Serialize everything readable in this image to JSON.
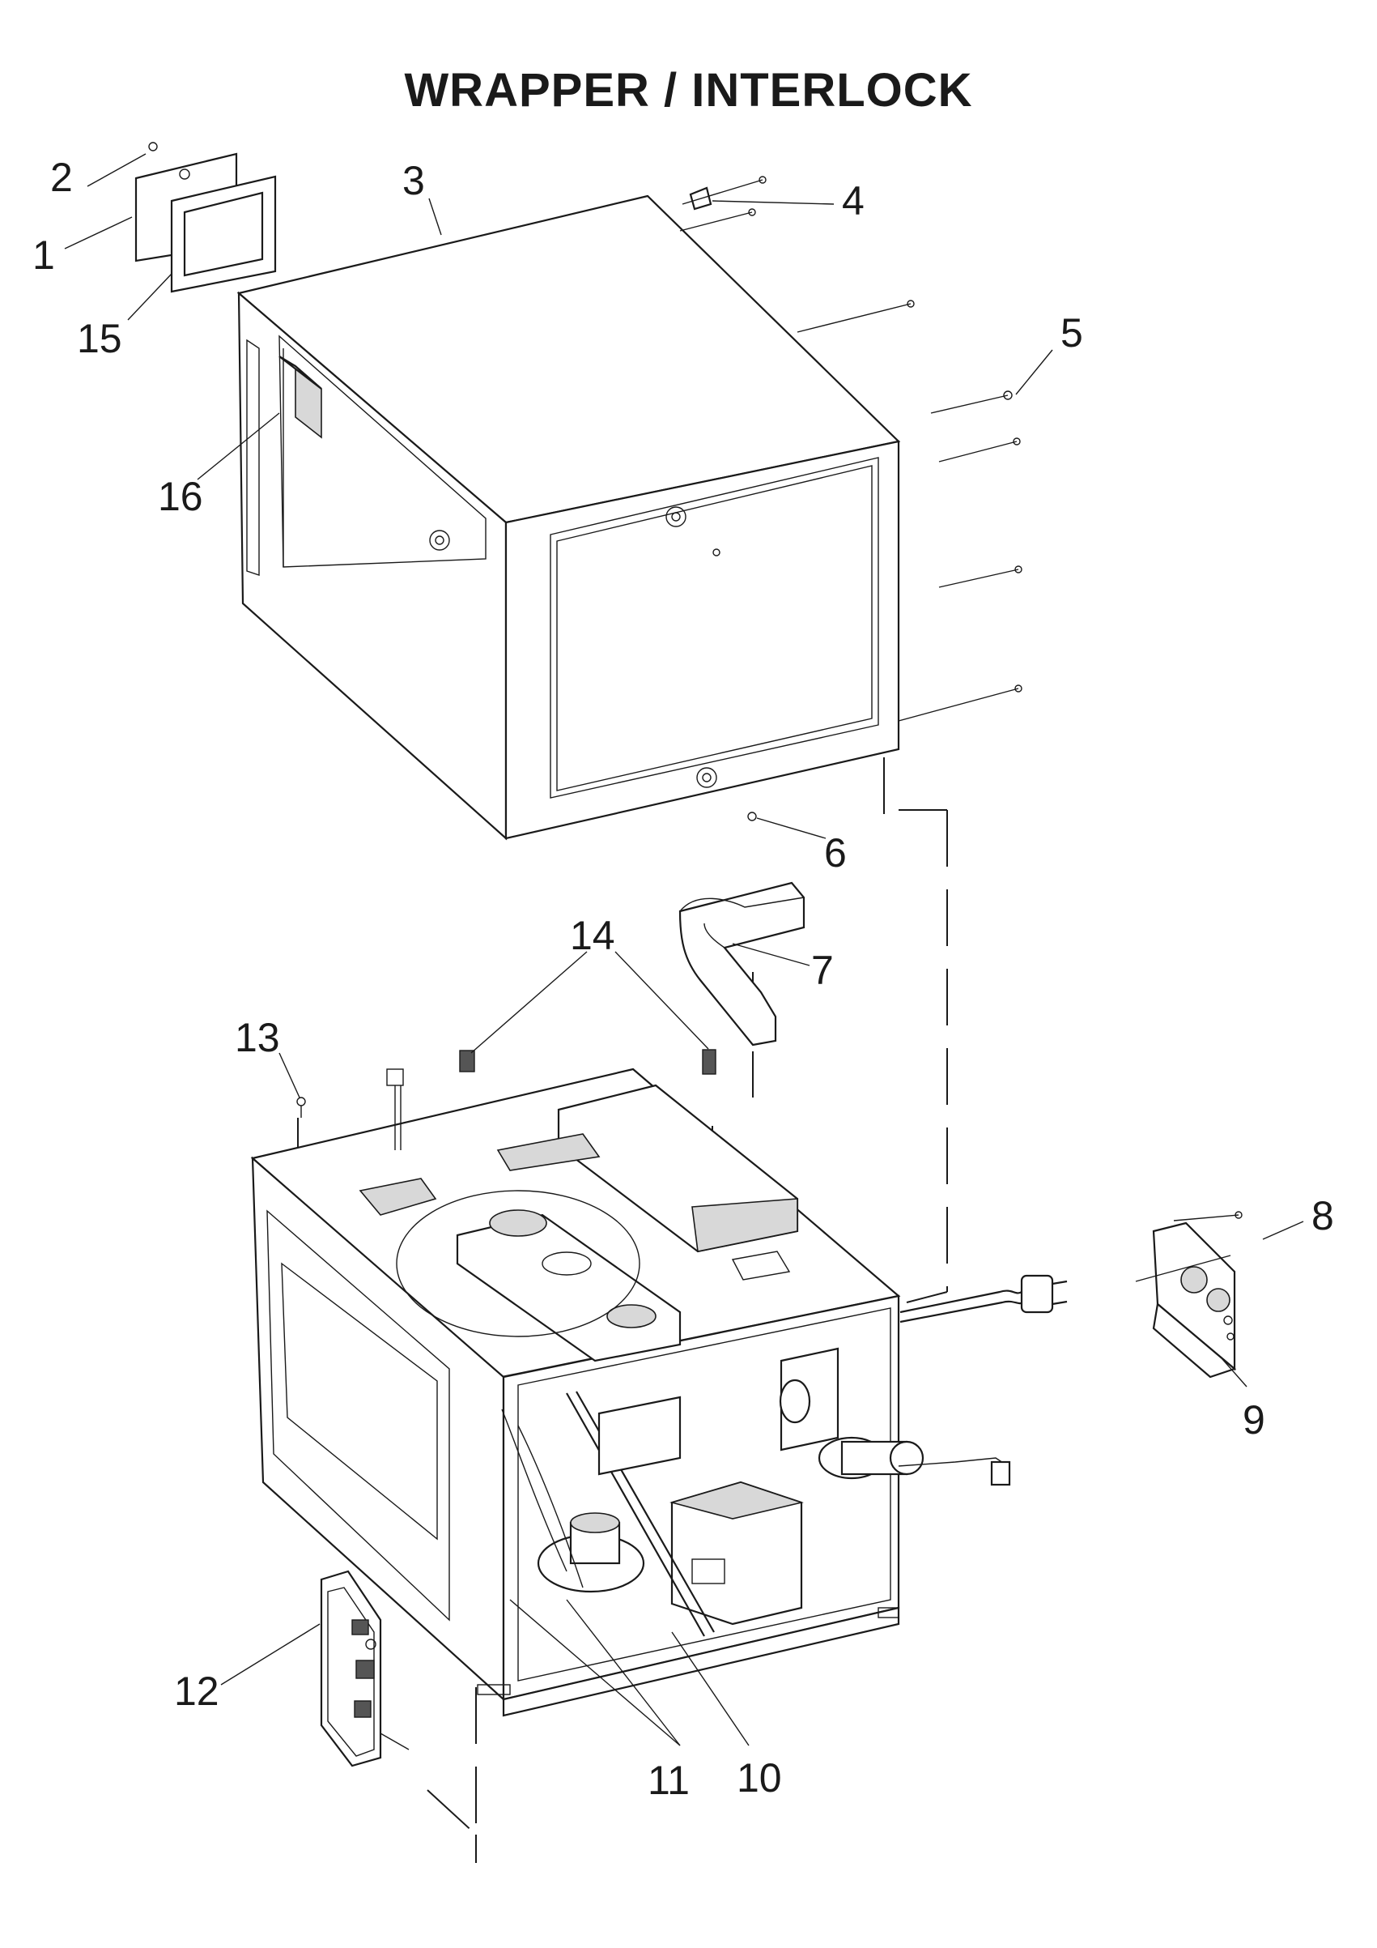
{
  "title": "WRAPPER / INTERLOCK",
  "callouts": [
    "1",
    "2",
    "3",
    "4",
    "5",
    "6",
    "7",
    "8",
    "9",
    "10",
    "11",
    "12",
    "13",
    "14",
    "15",
    "16"
  ]
}
